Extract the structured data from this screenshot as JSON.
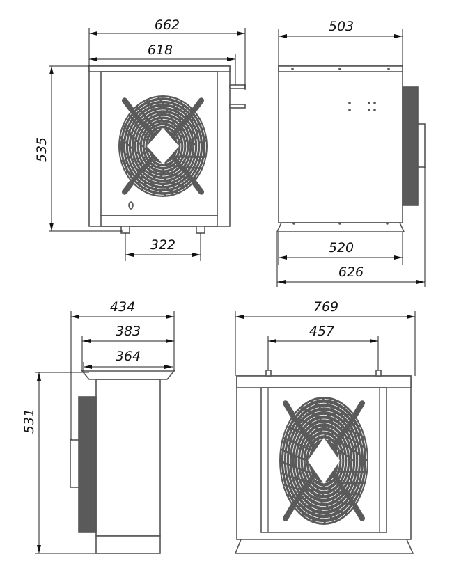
{
  "drawing": {
    "front_view": {
      "width_overall": "662",
      "width_body": "618",
      "height": "535",
      "feet_spacing": "322"
    },
    "side_view": {
      "depth_body": "503",
      "depth_base": "520",
      "depth_overall": "626"
    },
    "side_view_bottom": {
      "depth_overall": "434",
      "depth_flange": "383",
      "depth_inner": "364",
      "height": "531"
    },
    "front_view_bottom": {
      "width_overall": "769",
      "mount_spacing": "457"
    }
  },
  "colors": {
    "line": "#555555",
    "fan": "#5a5a5a",
    "dimension": "#111111"
  }
}
